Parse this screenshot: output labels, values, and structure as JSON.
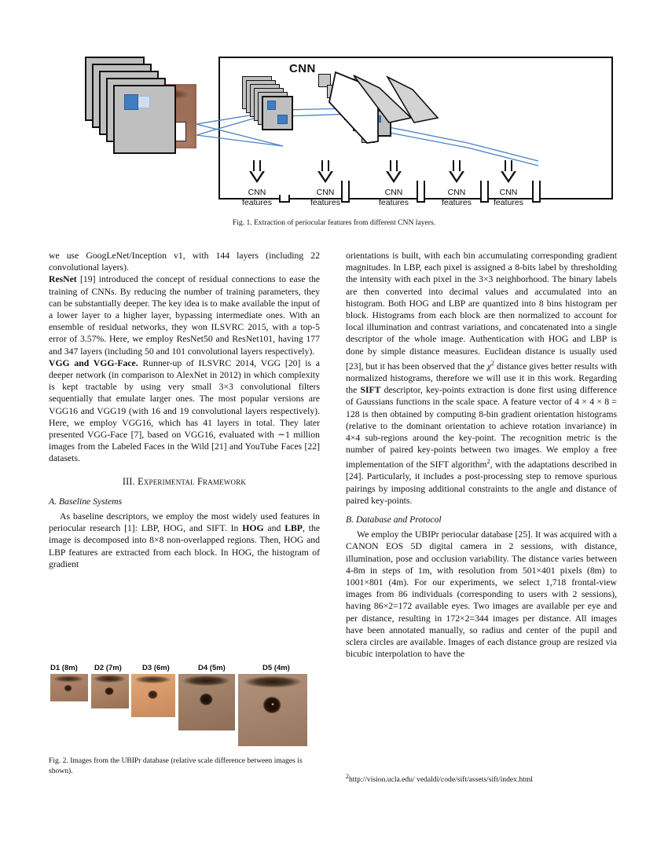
{
  "figure1": {
    "cnn_label": "CNN",
    "feature_labels": [
      {
        "line1": "CNN",
        "line2": "features"
      },
      {
        "line1": "CNN",
        "line2": "features"
      },
      {
        "line1": "CNN",
        "line2": "features"
      },
      {
        "line1": "CNN",
        "line2": "features"
      },
      {
        "line1": "CNN",
        "line2": "features"
      }
    ],
    "caption": "Fig. 1.   Extraction of periocular features from different CNN layers.",
    "colors": {
      "feature_map": "#bfbfbf",
      "highlight": "#3f7cc0",
      "outline": "#111111"
    }
  },
  "body": {
    "left": {
      "p1": "we use GoogLeNet/Inception v1, with 144 layers (including 22 convolutional layers).",
      "p2_bold": "ResNet",
      "p2": " [19] introduced the concept of residual connections to ease the training of CNNs. By reducing the number of training parameters, they can be substantially deeper. The key idea is to make available the input of a lower layer to a higher layer, bypassing intermediate ones. With an ensemble of residual networks, they won ILSVRC 2015, with a top-5 error of 3.57%. Here, we employ ResNet50 and ResNet101, having 177 and 347 layers (including 50 and 101 convolutional layers respectively).",
      "p3_bold": "VGG and VGG-Face.",
      "p3": " Runner-up of ILSVRC 2014, VGG [20] is a deeper network (in comparison to AlexNet in 2012) in which complexity is kept tractable by using very small 3×3 convolutional filters sequentially that emulate larger ones. The most popular versions are VGG16 and VGG19 (with 16 and 19 convolutional layers respectively). Here, we employ VGG16, which has 41 layers in total. They later presented VGG-Face [7], based on VGG16, evaluated with ∼1 million images from the Labeled Faces in the Wild [21] and YouTube Faces [22] datasets.",
      "section_title": "III.  Experimental Framework",
      "subsection_a": "A.  Baseline Systems",
      "p4_start": "As baseline descriptors, we employ the most widely used features in periocular research [1]: LBP, HOG, and SIFT. In ",
      "p4_b1": "HOG",
      "p4_mid1": " and ",
      "p4_b2": "LBP",
      "p4_end": ", the image is decomposed into 8×8 non-overlapped regions. Then, HOG and LBP features are extracted from each block. In HOG, the histogram of gradient"
    },
    "right": {
      "p1": "orientations is built, with each bin accumulating corresponding gradient magnitudes. In LBP, each pixel is assigned a 8-bits label by thresholding the intensity with each pixel in the 3×3 neighborhood. The binary labels are then converted into decimal values and accumulated into an histogram. Both HOG and LBP are quantized into 8 bins histogram per block. Histograms from each block are then normalized to account for local illumination and contrast variations, and concatenated into a single descriptor of the whole image. Authentication with HOG and LBP is done by simple distance measures. Euclidean distance is usually used [23], but it has been observed that the ",
      "p1_chi": "χ",
      "p1_chi_sup": "2",
      "p1_b": " distance gives better results with normalized histograms, therefore we will use it in this work. Regarding the ",
      "p1_bold_sift": "SIFT",
      "p1_c": " descriptor, key-points extraction is done first using difference of Gaussians functions in the scale space. A feature vector of 4 × 4 × 8 = 128 is then obtained by computing 8-bin gradient orientation histograms (relative to the dominant orientation to achieve rotation invariance) in 4×4 sub-regions around the key-point. The recognition metric is the number of paired key-points between two images. We employ a free implementation of the SIFT algorithm",
      "p1_sup": "2",
      "p1_d": ", with the adaptations described in [24]. Particularly, it includes a post-processing step to remove spurious pairings by imposing additional constraints to the angle and distance of paired key-points.",
      "subsection_b": "B.  Database and Protocol",
      "p2": "We employ the UBIPr periocular database [25]. It was acquired with a CANON EOS 5D digital camera in 2 sessions, with distance, illumination, pose and occlusion variability. The distance varies between 4-8m in steps of 1m, with resolution from 501×401 pixels (8m) to 1001×801 (4m). For our experiments, we select 1,718 frontal-view images from 86 individuals (corresponding to users with 2 sessions), having 86×2=172 available eyes. Two images are available per eye and per distance, resulting in 172×2=344 images per distance. All images have been annotated manually, so radius and center of the pupil and sclera circles are available. Images of each distance group are resized via bicubic interpolation to have the"
    }
  },
  "figure2": {
    "labels": [
      "D1 (8m)",
      "D2 (7m)",
      "D3 (6m)",
      "D4 (5m)",
      "D5 (4m)"
    ],
    "caption": "Fig. 2.   Images from the UBIPr database (relative scale difference between images is shown)."
  },
  "footnote": {
    "marker": "2",
    "text": "http://vision.ucla.edu/ vedaldi/code/sift/assets/sift/index.html"
  }
}
